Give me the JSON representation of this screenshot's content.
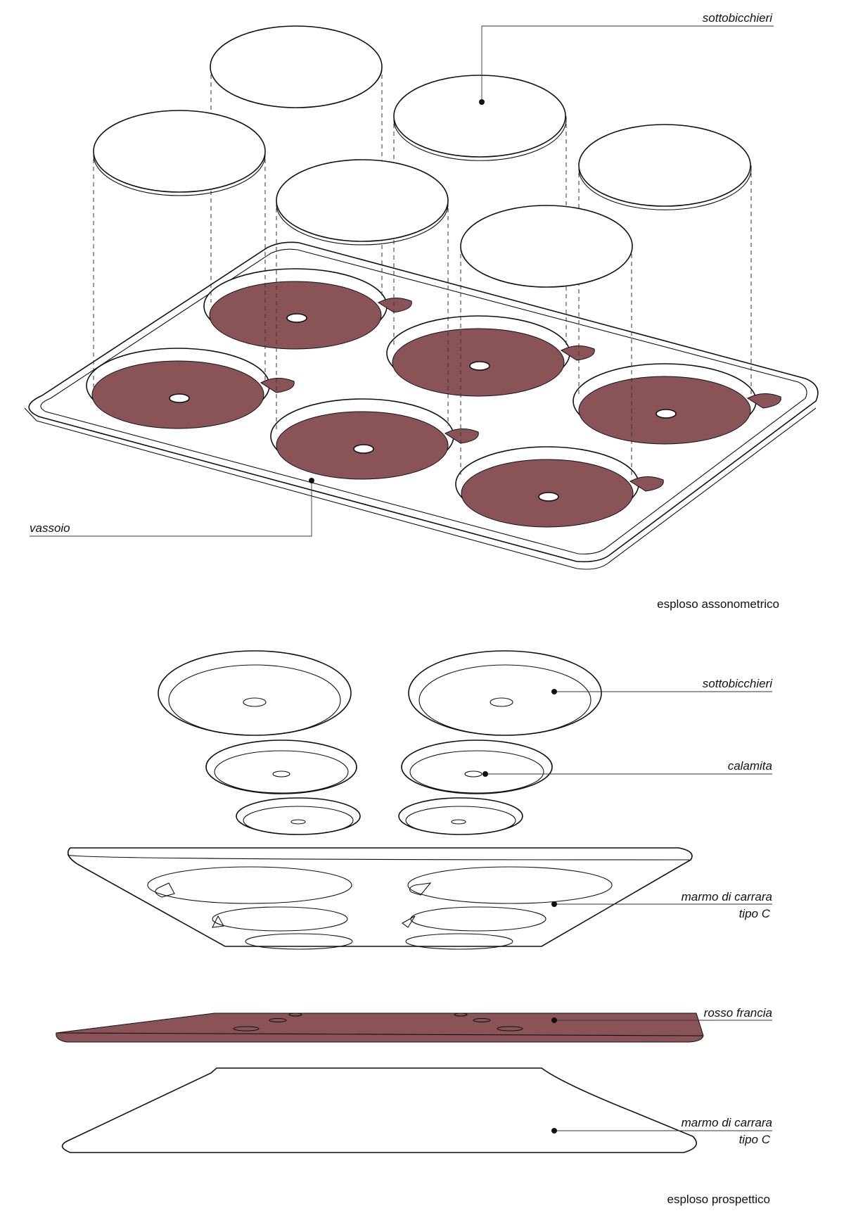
{
  "axonometric": {
    "label_coasters": "sottobicchieri",
    "label_tray": "vassoio",
    "caption": "esploso assonometrico"
  },
  "perspective": {
    "label_coasters": "sottobicchieri",
    "label_magnet": "calamita",
    "label_marble_top_1": "marmo di carrara",
    "label_marble_top_2": "tipo C",
    "label_red_layer": "rosso francia",
    "label_marble_base_1": "marmo di carrara",
    "label_marble_base_2": "tipo C",
    "caption": "esploso prospettico"
  },
  "colors": {
    "inlay_red": "#8a5358",
    "line": "#111111",
    "background": "#ffffff"
  }
}
